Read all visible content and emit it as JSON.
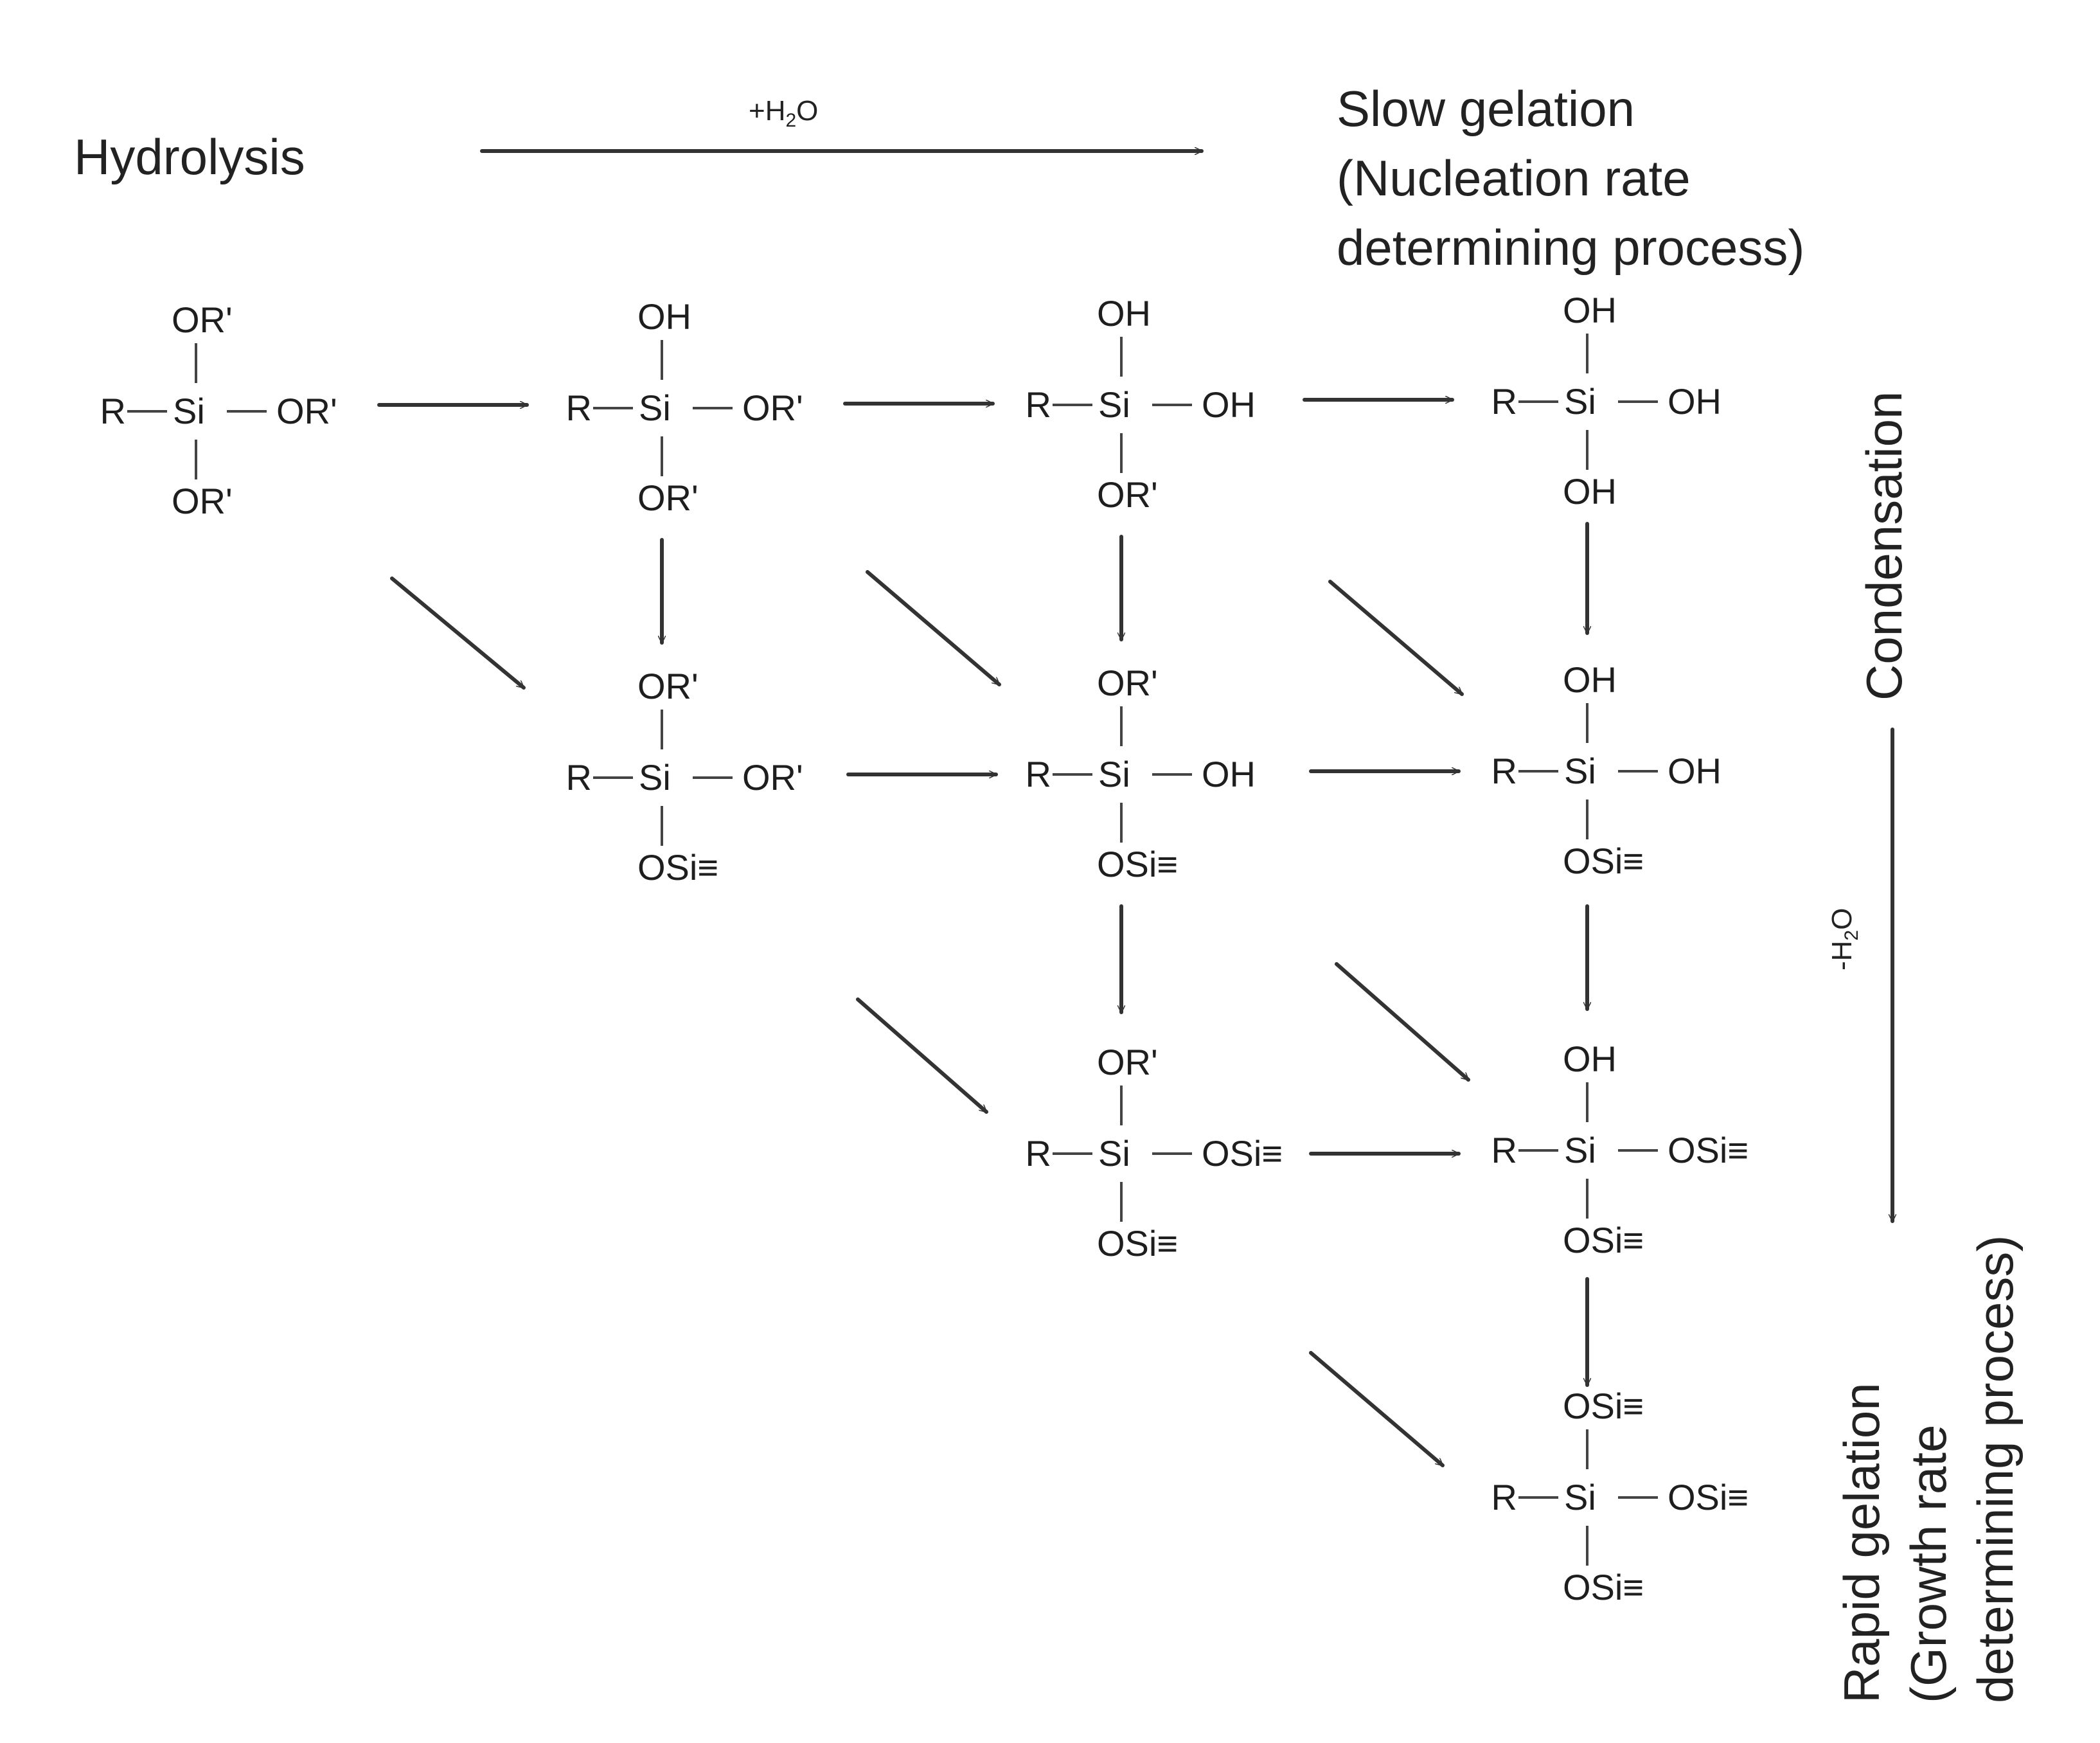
{
  "labels": {
    "hydrolysis": "Hydrolysis",
    "plus_h2o_pre": "+H",
    "plus_h2o_sub": "2",
    "plus_h2o_post": "O",
    "slow_line1": "Slow gelation",
    "slow_line2": "(Nucleation rate",
    "slow_line3": "determining process)",
    "condensation": "Condensation",
    "minus_h2o_pre": "-H",
    "minus_h2o_sub": "2",
    "minus_h2o_post": "O",
    "rapid_line1": "Rapid gelation",
    "rapid_line2": "(Growth rate",
    "rapid_line3": "determining process)"
  },
  "species": {
    "m00": {
      "r": "R",
      "si": "Si",
      "right": "OR'",
      "up": "OR'",
      "down": "OR'"
    },
    "m01": {
      "r": "R",
      "si": "Si",
      "right": "OR'",
      "up": "OH",
      "down": "OR'"
    },
    "m02": {
      "r": "R",
      "si": "Si",
      "right": "OH",
      "up": "OH",
      "down": "OR'"
    },
    "m03": {
      "r": "R",
      "si": "Si",
      "right": "OH",
      "up": "OH",
      "down": "OH"
    },
    "m11": {
      "r": "R",
      "si": "Si",
      "right": "OR'",
      "up": "OR'",
      "down": "OSi≡"
    },
    "m12": {
      "r": "R",
      "si": "Si",
      "right": "OH",
      "up": "OR'",
      "down": "OSi≡"
    },
    "m13": {
      "r": "R",
      "si": "Si",
      "right": "OH",
      "up": "OH",
      "down": "OSi≡"
    },
    "m22": {
      "r": "R",
      "si": "Si",
      "right": "OSi≡",
      "up": "OR'",
      "down": "OSi≡"
    },
    "m23": {
      "r": "R",
      "si": "Si",
      "right": "OSi≡",
      "up": "OH",
      "down": "OSi≡"
    },
    "m33": {
      "r": "R",
      "si": "Si",
      "right": "OSi≡",
      "up": "OSi≡",
      "down": "OSi≡"
    }
  }
}
